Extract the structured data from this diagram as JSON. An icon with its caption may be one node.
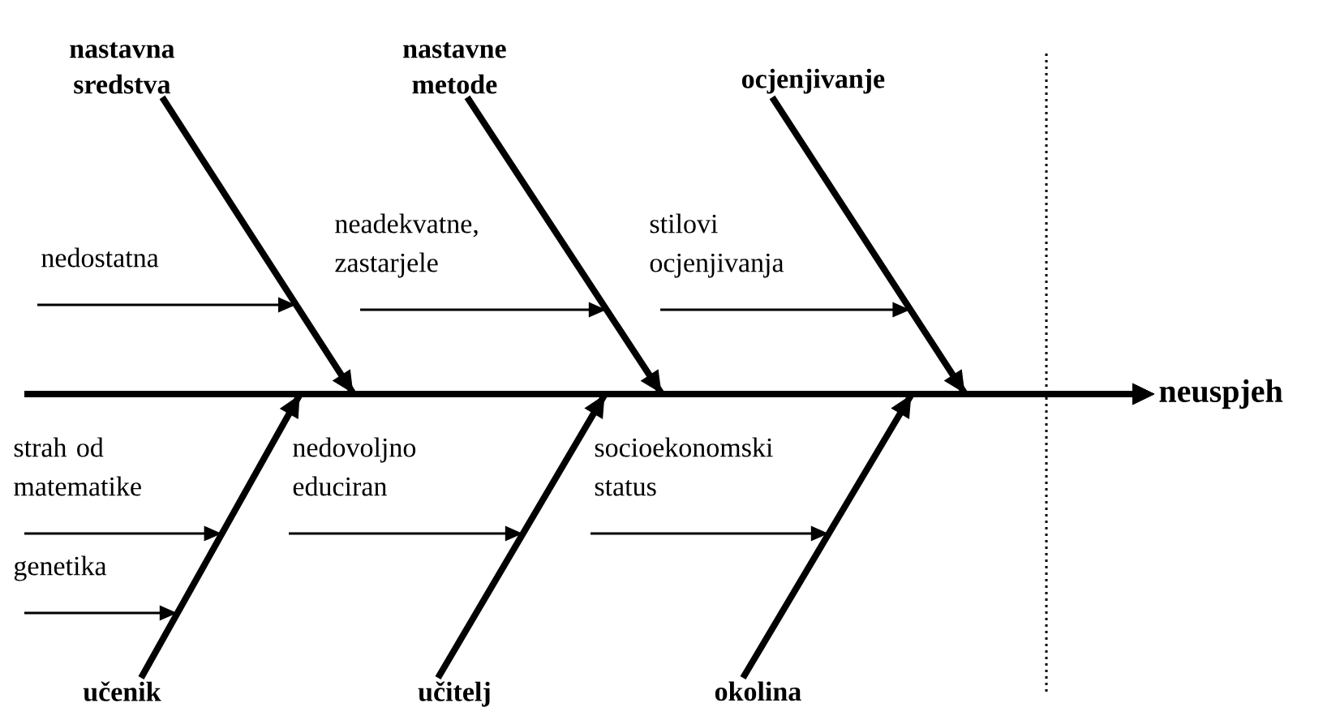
{
  "diagram": {
    "nodes": [
      {
        "text": [
          "nastavna sredstva"
        ]
      },
      {
        "text": [
          "nastavne metode"
        ]
      },
      {
        "text": [
          "ocjenjivanje"
        ]
      },
      {
        "text": [
          "nedostatna"
        ]
      },
      {
        "text": [
          "neadekvatne, zastarjele"
        ]
      },
      {
        "text": [
          "stilovi ocjenjivanja"
        ]
      },
      {
        "text": [
          "neuspjeh"
        ]
      },
      {
        "text": [
          "strah od matematike"
        ]
      },
      {
        "text": [
          "nedovoljno educiran"
        ]
      },
      {
        "text": [
          "socioekonomski status"
        ]
      },
      {
        "text": [
          "genetika"
        ]
      },
      {
        "text": [
          "učenik"
        ]
      },
      {
        "text": [
          "učitelj"
        ]
      },
      {
        "text": [
          "okolina"
        ]
      }
    ],
    "edges": [
      {
        "from": null,
        "to": 6,
        "arrow": "to",
        "style": "thick"
      },
      {
        "from": 0,
        "to": 6,
        "arrow": "to",
        "style": "thick"
      },
      {
        "from": 1,
        "to": 6,
        "arrow": "to",
        "style": "thick"
      },
      {
        "from": 2,
        "to": 6,
        "arrow": "to",
        "style": "thick"
      },
      {
        "from": 11,
        "to": 6,
        "arrow": "to",
        "style": "thick"
      },
      {
        "from": 12,
        "to": 6,
        "arrow": "to",
        "style": "thick"
      },
      {
        "from": 13,
        "to": 6,
        "arrow": "to",
        "style": "thick"
      },
      {
        "from": 3,
        "to": null,
        "arrow": "to"
      },
      {
        "from": 4,
        "to": null,
        "arrow": "to"
      },
      {
        "from": 5,
        "to": null,
        "arrow": "to"
      },
      {
        "from": 7,
        "to": null,
        "arrow": "to"
      },
      {
        "from": 8,
        "to": null,
        "arrow": "to"
      },
      {
        "from": 9,
        "to": null,
        "arrow": "to"
      },
      {
        "from": 10,
        "to": null,
        "arrow": "to"
      }
    ]
  }
}
